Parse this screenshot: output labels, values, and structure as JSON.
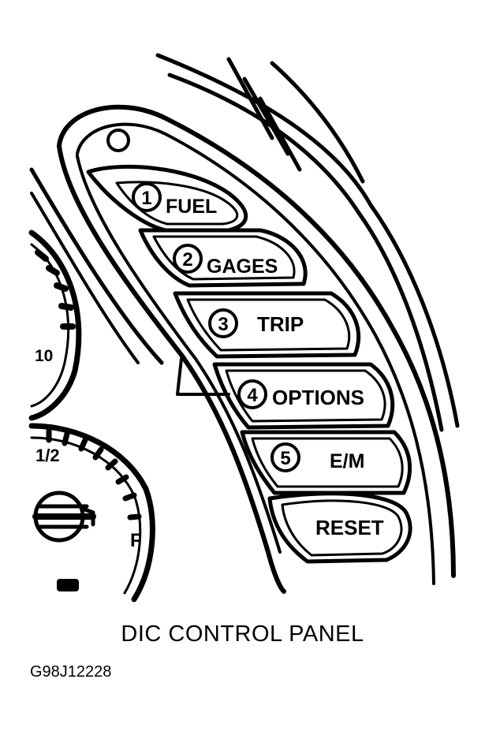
{
  "buttons": [
    {
      "number": "1",
      "label": "FUEL"
    },
    {
      "number": "2",
      "label": "GAGES"
    },
    {
      "number": "3",
      "label": "TRIP"
    },
    {
      "number": "4",
      "label": "OPTIONS"
    },
    {
      "number": "5",
      "label": "E/M"
    },
    {
      "number": "",
      "label": "RESET"
    }
  ],
  "gauges": {
    "speedo_tick": "10",
    "fuel_half": "1/2",
    "fuel_full": "F"
  },
  "caption": "DIC CONTROL PANEL",
  "figure_id": "G98J12228"
}
